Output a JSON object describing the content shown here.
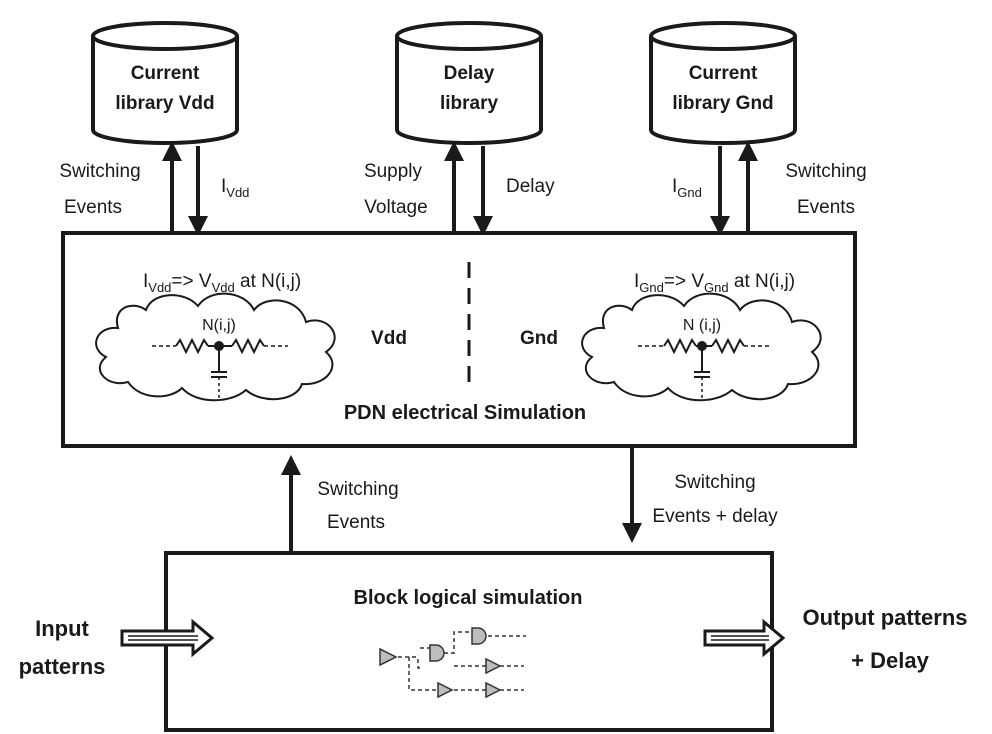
{
  "libraries": {
    "vdd": {
      "line1": "Current",
      "line2": "library Vdd"
    },
    "delay": {
      "line1": "Delay",
      "line2": "library"
    },
    "gnd": {
      "line1": "Current",
      "line2": "library Gnd"
    }
  },
  "arrow_labels": {
    "vdd_switching": {
      "line1": "Switching",
      "line2": "Events"
    },
    "vdd_current": {
      "main": "I",
      "sub": "Vdd"
    },
    "supply_voltage": {
      "line1": "Supply",
      "line2": "Voltage"
    },
    "delay": "Delay",
    "gnd_current": {
      "main": "I",
      "sub": "Gnd"
    },
    "gnd_switching": {
      "line1": "Switching",
      "line2": "Events"
    },
    "to_pdn": {
      "line1": "Switching",
      "line2": "Events"
    },
    "from_pdn": {
      "line1": "Switching",
      "line2": "Events + delay"
    }
  },
  "pdn": {
    "title": "PDN electrical Simulation",
    "vdd_label": "Vdd",
    "gnd_label": "Gnd",
    "vdd_formula": {
      "i": "I",
      "i_sub": "Vdd",
      "arrow": "=> V",
      "v_sub": "Vdd",
      "tail": " at N(i,j)"
    },
    "gnd_formula": {
      "i": "I",
      "i_sub": "Gnd",
      "arrow": "=> V",
      "v_sub": "Gnd",
      "tail": " at N(i,j)"
    },
    "vdd_node": "N(i,j)",
    "gnd_node": "N (i,j)"
  },
  "block": {
    "title": "Block logical simulation"
  },
  "io": {
    "input": {
      "line1": "Input",
      "line2": "patterns"
    },
    "output": {
      "line1": "Output patterns",
      "line2": "+ Delay"
    }
  }
}
